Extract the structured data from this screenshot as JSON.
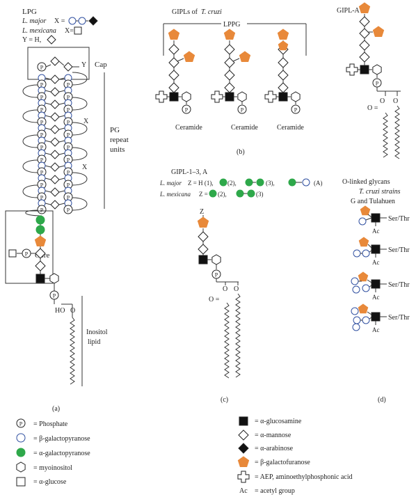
{
  "colors": {
    "green": "#2ea84a",
    "orange": "#e8893a",
    "black": "#111111",
    "line": "#333333",
    "circle_blue": "#2f4fa0"
  },
  "panel_a": {
    "header": "LPG",
    "major_prefix": "L. major",
    "major_x": "X =",
    "mexicana_prefix": "L. mexicana",
    "mexicana_x": "X=",
    "y_line": "Y = H,",
    "cap": "Cap",
    "pg_line1": "PG",
    "pg_line2": "repeat",
    "pg_line3": "units",
    "core": "Core",
    "x_label_1": "X",
    "x_label_2": "X",
    "y_label": "Y",
    "p": "P",
    "ho": "HO",
    "o": "O",
    "inositol1": "Inositol",
    "inositol2": "lipid",
    "caption": "(a)"
  },
  "panel_b": {
    "title_prefix": "GIPLs of",
    "title_species": "T. cruzi",
    "lppg": "LPPG",
    "ceramide": "Ceramide",
    "caption": "(b)"
  },
  "panel_c": {
    "title": "GIPL-1–3, A",
    "major": "L. major",
    "major_eq": "Z = H (1),",
    "lbl_2": "(2),",
    "lbl_3": "(3),",
    "lbl_a": "(A)",
    "mexicana": "L. mexicana",
    "mexicana_eq": "Z =",
    "lbl_2b": "(2),",
    "lbl_3b": "(3)",
    "z": "Z",
    "o": "O",
    "o_eq": "O =",
    "caption": "(c)"
  },
  "panel_d": {
    "gipla": "GIPL-A",
    "olinked": "O-linked glycans",
    "strains": "T. cruzi strains",
    "g_and": "G and Tulahuen",
    "serthr": "Ser/Thr",
    "ac": "Ac",
    "o": "O",
    "o_eq": "O =",
    "caption": "(d)"
  },
  "legend": {
    "phosphate": "= Phosphate",
    "b_galp": "= β-galactopyranose",
    "a_galp": "= α-galactopyranose",
    "myoinositol": "= myoinositol",
    "a_glucose": "= α-glucose",
    "a_glucosamine": "= α-glucosamine",
    "a_mannose": "= α-mannose",
    "a_arabinose": "= α-arabinose",
    "b_galf": "= β-galactofuranose",
    "aep": "= AEP, aminoethylphosphonic acid",
    "ac": "Ac",
    "acetyl": "= acetyl group"
  }
}
